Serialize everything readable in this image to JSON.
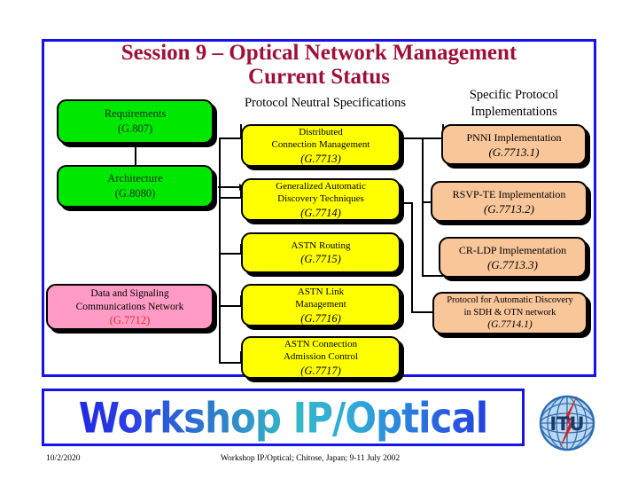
{
  "slide": {
    "title_line1": "Session 9 – Optical Network Management",
    "title_line2": "Current Status",
    "title_color": "#9E1038",
    "border_color": "#1414E6"
  },
  "captions": {
    "middle": "Protocol Neutral Specifications",
    "right": "Specific Protocol Implementations"
  },
  "columns": {
    "left": {
      "color": "#00E800",
      "nodes": [
        {
          "name": "requirements",
          "label": "Requirements",
          "code": "(G.807)",
          "fill": "#00E800"
        },
        {
          "name": "architecture",
          "label": "Architecture",
          "code": "(G.8080)",
          "fill": "#00E800"
        },
        {
          "name": "dcn",
          "label_line1": "Data and Signaling",
          "label_line2": "Communications Network",
          "code": "(G.7712)",
          "fill": "#FF9BC4",
          "code_color": "#E03030"
        }
      ]
    },
    "middle": {
      "color": "#FFFF00",
      "nodes": [
        {
          "name": "distributed-connection-management",
          "label_line1": "Distributed",
          "label_line2": "Connection Management",
          "code": "(G.7713)",
          "fill": "#FFFF00"
        },
        {
          "name": "generalized-automatic-discovery",
          "label_line1": "Generalized Automatic",
          "label_line2": "Discovery Techniques",
          "code": "(G.7714)",
          "fill": "#FFFF00"
        },
        {
          "name": "astn-routing",
          "label_line1": "ASTN Routing",
          "label_line2": "",
          "code": "(G.7715)",
          "fill": "#FFFF00"
        },
        {
          "name": "astn-link-management",
          "label_line1": "ASTN Link",
          "label_line2": "Management",
          "code": "(G.7716)",
          "fill": "#FFFF00"
        },
        {
          "name": "astn-connection-admission-control",
          "label_line1": "ASTN Connection",
          "label_line2": "Admission Control",
          "code": "(G.7717)",
          "fill": "#FFFF00"
        }
      ]
    },
    "right": {
      "color": "#F9C69A",
      "nodes": [
        {
          "name": "pnni-implementation",
          "label_line1": "PNNI Implementation",
          "label_line2": "",
          "code": "(G.7713.1)",
          "fill": "#F9C69A"
        },
        {
          "name": "rsvp-te-implementation",
          "label_line1": "RSVP-TE Implementation",
          "label_line2": "",
          "code": "(G.7713.2)",
          "fill": "#F9C69A"
        },
        {
          "name": "cr-ldp-implementation",
          "label_line1": "CR-LDP Implementation",
          "label_line2": "",
          "code": "(G.7713.3)",
          "fill": "#F9C69A"
        },
        {
          "name": "protocol-automatic-discovery-sdh-otn",
          "label_line1": "Protocol for Automatic Discovery",
          "label_line2": "in SDH & OTN network",
          "code": "(G.7714.1)",
          "fill": "#F9C69A"
        }
      ]
    }
  },
  "banner": {
    "wordart_text": "Workshop IP/Optical",
    "gradient_start": "#1A1AE0",
    "gradient_end": "#34B8C8"
  },
  "logo": {
    "name": "itu-logo",
    "text": "ITU",
    "globe_color": "#2E6DB4",
    "bolt_color": "#D32020"
  },
  "footer": {
    "date": "10/2/2020",
    "center": "Workshop IP/Optical; Chitose, Japan; 9-11 July 2002"
  }
}
